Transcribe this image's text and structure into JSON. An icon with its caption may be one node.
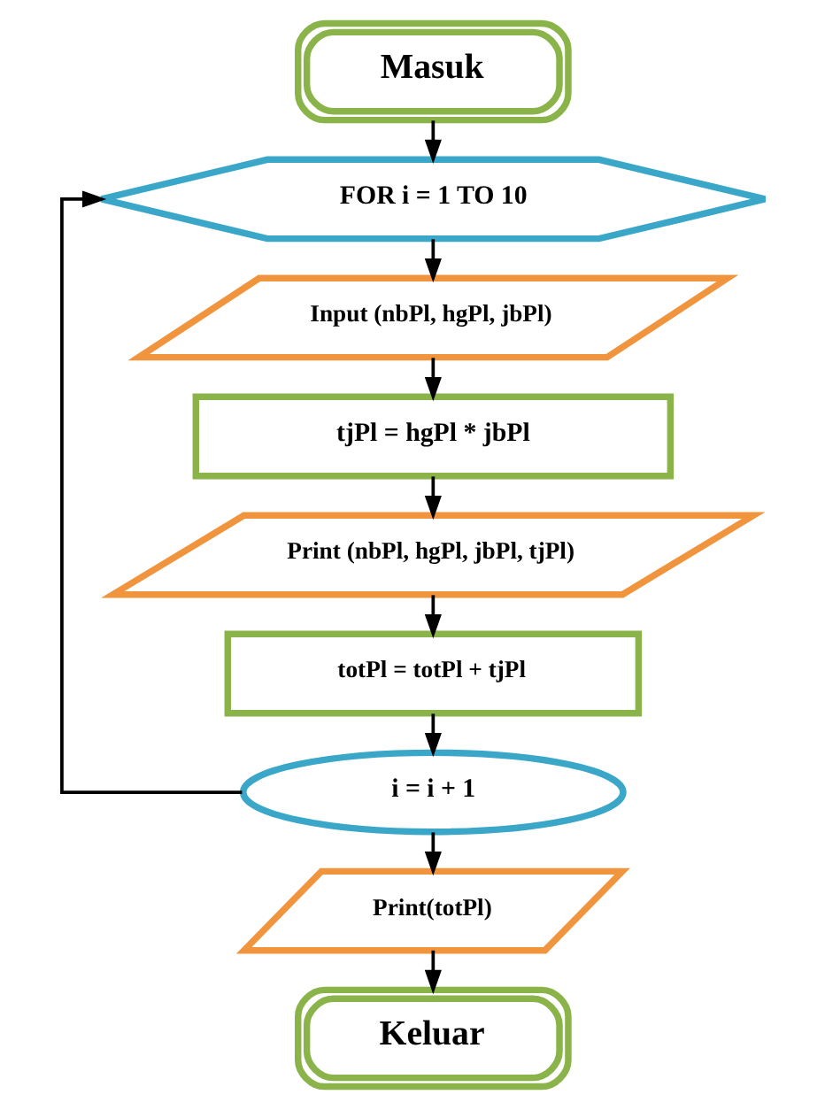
{
  "diagram": {
    "nodes": [
      {
        "text": [
          "Masuk"
        ]
      },
      {
        "text": [
          "FOR i = 1 TO 10"
        ]
      },
      {
        "text": [
          "Input (nbPl, hgPl, jbPl)"
        ]
      },
      {
        "text": [
          "tjPl = hgPl * jbPl"
        ]
      },
      {
        "text": [
          "Print (nbPl, hgPl, jbPl, tjPl)"
        ]
      },
      {
        "text": [
          "totPl = totPl + tjPl"
        ]
      },
      {
        "text": [
          "i = i + 1"
        ]
      },
      {
        "text": [
          "Print(totPl)"
        ]
      },
      {
        "text": [
          "Keluar"
        ]
      }
    ],
    "edges": [
      {
        "from": 0,
        "to": 1,
        "arrow": "to"
      },
      {
        "from": 1,
        "to": 2,
        "arrow": "to"
      },
      {
        "from": 2,
        "to": 3,
        "arrow": "to"
      },
      {
        "from": 3,
        "to": 4,
        "arrow": "to"
      },
      {
        "from": 4,
        "to": 5,
        "arrow": "to"
      },
      {
        "from": 5,
        "to": 6,
        "arrow": "to"
      },
      {
        "from": 6,
        "to": 1,
        "arrow": "to"
      },
      {
        "from": 6,
        "to": 7,
        "arrow": "to"
      },
      {
        "from": 7,
        "to": 8,
        "arrow": "to"
      }
    ]
  }
}
